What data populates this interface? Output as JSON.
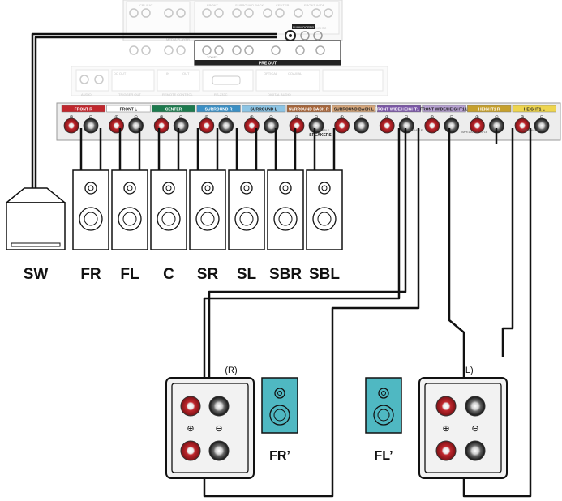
{
  "receiver": {
    "top_labels": {
      "cbl_sat": "CBL/SAT",
      "media_player": "MEDIA PLAYER",
      "front": "FRONT",
      "surround_back": "SURROUND BACK",
      "surround": "SURROUND",
      "center": "CENTER",
      "front_height": "FRONT WIDE",
      "height": "HEIGHT2",
      "subwoofer": "SUBWOOFER",
      "audio_assignable": "AUDIO",
      "zone2": "ZONE2",
      "pre_out": "PRE OUT"
    },
    "mid_labels": {
      "dc_out": "DC OUT",
      "trigger_out": "TRIGGER OUT",
      "remote_control": "REMOTE CONTROL",
      "rs232c": "RS-232C",
      "digital_audio": "DIGITAL AUDIO",
      "audio": "AUDIO",
      "optical": "OPTICAL",
      "coaxial": "COAXIAL",
      "in": "IN",
      "out": "OUT"
    },
    "speaker_channels": [
      {
        "label": "FRONT R",
        "color": "#c0272d",
        "text_color": "#ffffff"
      },
      {
        "label": "FRONT L",
        "color": "#ffffff",
        "text_color": "#222222"
      },
      {
        "label": "CENTER",
        "color": "#1d7a4e",
        "text_color": "#ffffff"
      },
      {
        "label": "SURROUND R",
        "color": "#3b8fc4",
        "text_color": "#ffffff"
      },
      {
        "label": "SURROUND L",
        "color": "#8cc4e4",
        "text_color": "#222222"
      },
      {
        "label": "SURROUND BACK R",
        "color": "#a5653a",
        "text_color": "#ffffff"
      },
      {
        "label": "SURROUND BACK L",
        "color": "#d6a77c",
        "text_color": "#222222"
      },
      {
        "label": "FRONT WIDE/HEIGHT1 R",
        "color": "#7a56a6",
        "text_color": "#ffffff"
      },
      {
        "label": "FRONT WIDE/HEIGHT1 L",
        "color": "#b9a3d4",
        "text_color": "#222222"
      },
      {
        "label": "HEIGHT1 R",
        "color": "#c6a02d",
        "text_color": "#ffffff"
      },
      {
        "label": "HEIGHT1 L",
        "color": "#eed54f",
        "text_color": "#222222"
      }
    ],
    "speakers_text": "SPEAKERS",
    "assignable_text": "ASSIGNABLE",
    "impedance_text": "IMPEDANCE : 4~16"
  },
  "speakers": {
    "sw": "SW",
    "fr": "FR",
    "fl": "FL",
    "c": "C",
    "sr": "SR",
    "sl": "SL",
    "sbr": "SBR",
    "sbl": "SBL"
  },
  "bi_amp": {
    "right_tag": "(R)",
    "left_tag": "(L)",
    "fr_prime": "FR’",
    "fl_prime": "FL’",
    "plus": "⊕",
    "minus": "⊖"
  },
  "colors": {
    "terminal_red": "#c0272d",
    "speaker_highlight": "#4fb8c2",
    "panel_gray": "#c8c8c8",
    "cable": "#111111"
  }
}
